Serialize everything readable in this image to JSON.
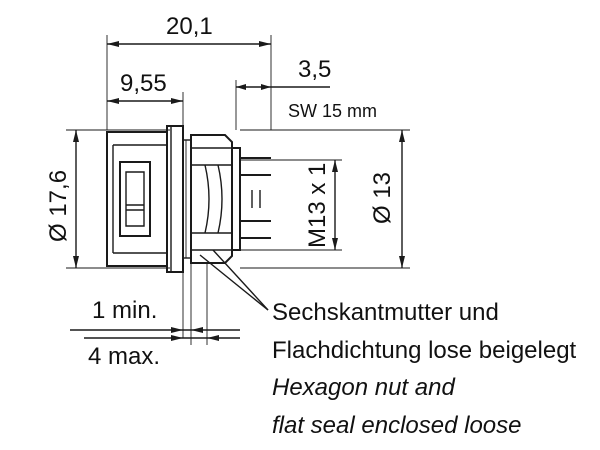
{
  "dimensions": {
    "overall_length": "20,1",
    "front_length": "9,55",
    "rear_pin_length": "3,5",
    "wrench_size": "SW 15 mm",
    "flange_diameter": "Ø 17,6",
    "thread": "M13 x 1",
    "body_diameter": "Ø 13",
    "panel_min": "1 min.",
    "panel_max": "4 max."
  },
  "note": {
    "de_line1": "Sechskantmutter und",
    "de_line2": "Flachdichtung lose beigelegt",
    "en_line1": "Hexagon nut and",
    "en_line2": "flat seal enclosed loose"
  }
}
